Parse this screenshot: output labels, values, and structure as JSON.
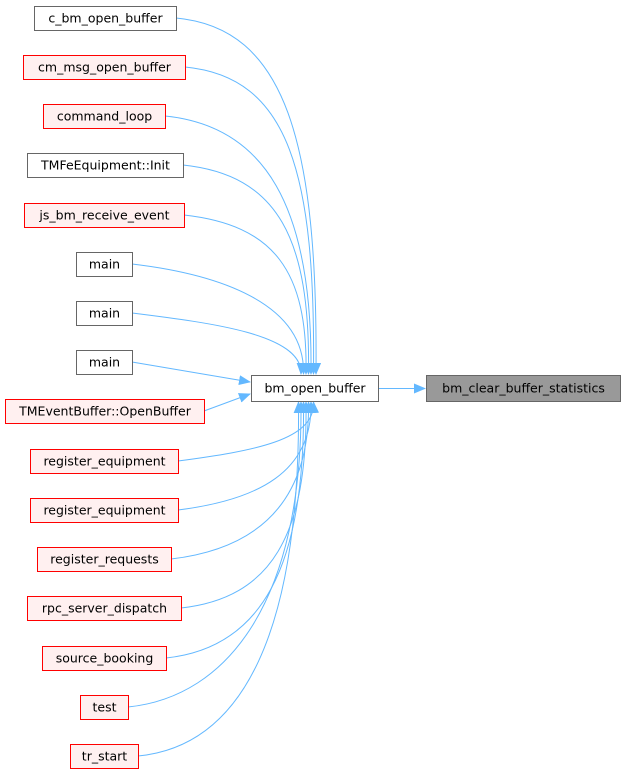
{
  "colors": {
    "edge": "#63b8ff",
    "box_border_black": "#666666",
    "box_border_red": "#ff0000",
    "box_fill_red": "#fff0f0",
    "box_fill_white": "#ffffff",
    "box_fill_gray": "#999999"
  },
  "target": {
    "label": "bm_clear_buffer_statistics",
    "style": "gray"
  },
  "center": {
    "label": "bm_open_buffer",
    "style": "white"
  },
  "callers": [
    {
      "label": "c_bm_open_buffer",
      "style": "white"
    },
    {
      "label": "cm_msg_open_buffer",
      "style": "red"
    },
    {
      "label": "command_loop",
      "style": "red"
    },
    {
      "label": "TMFeEquipment::Init",
      "style": "white"
    },
    {
      "label": "js_bm_receive_event",
      "style": "red"
    },
    {
      "label": "main",
      "style": "white"
    },
    {
      "label": "main",
      "style": "white"
    },
    {
      "label": "main",
      "style": "white"
    },
    {
      "label": "TMEventBuffer::OpenBuffer",
      "style": "red"
    },
    {
      "label": "register_equipment",
      "style": "red"
    },
    {
      "label": "register_equipment",
      "style": "red"
    },
    {
      "label": "register_requests",
      "style": "red"
    },
    {
      "label": "rpc_server_dispatch",
      "style": "red"
    },
    {
      "label": "source_booking",
      "style": "red"
    },
    {
      "label": "test",
      "style": "red"
    },
    {
      "label": "tr_start",
      "style": "red"
    }
  ]
}
